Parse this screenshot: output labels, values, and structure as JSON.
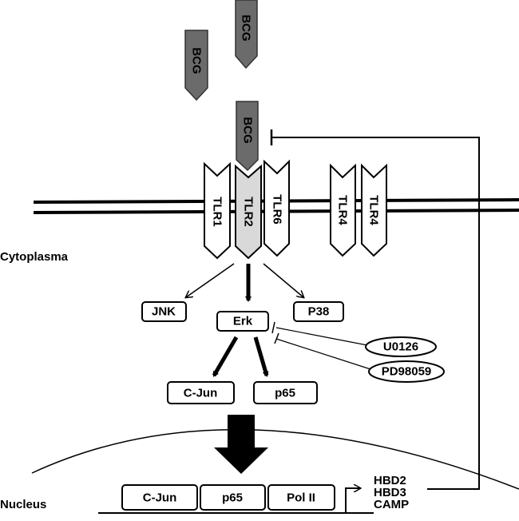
{
  "labels": {
    "bcg": [
      "BCG",
      "BCG",
      "BCG"
    ],
    "receptors": [
      "TLR1",
      "TLR2",
      "TLR6",
      "TLR4",
      "TLR4"
    ],
    "cytoplasma": "Cytoplasma",
    "nucleus": "Nucleus",
    "kinases": {
      "jnk": "JNK",
      "erk": "Erk",
      "p38": "P38"
    },
    "inhibitors": [
      "U0126",
      "PD98059"
    ],
    "factors": {
      "cjun": "C-Jun",
      "p65": "p65"
    },
    "promoter": [
      "C-Jun",
      "p65",
      "Pol II"
    ],
    "genes": [
      "HBD2",
      "HBD3",
      "CAMP"
    ]
  },
  "colors": {
    "bcg": "#6b6b6b",
    "tlr2": "#d9d9d9",
    "tlr": "#ffffff",
    "line": "#000000"
  }
}
